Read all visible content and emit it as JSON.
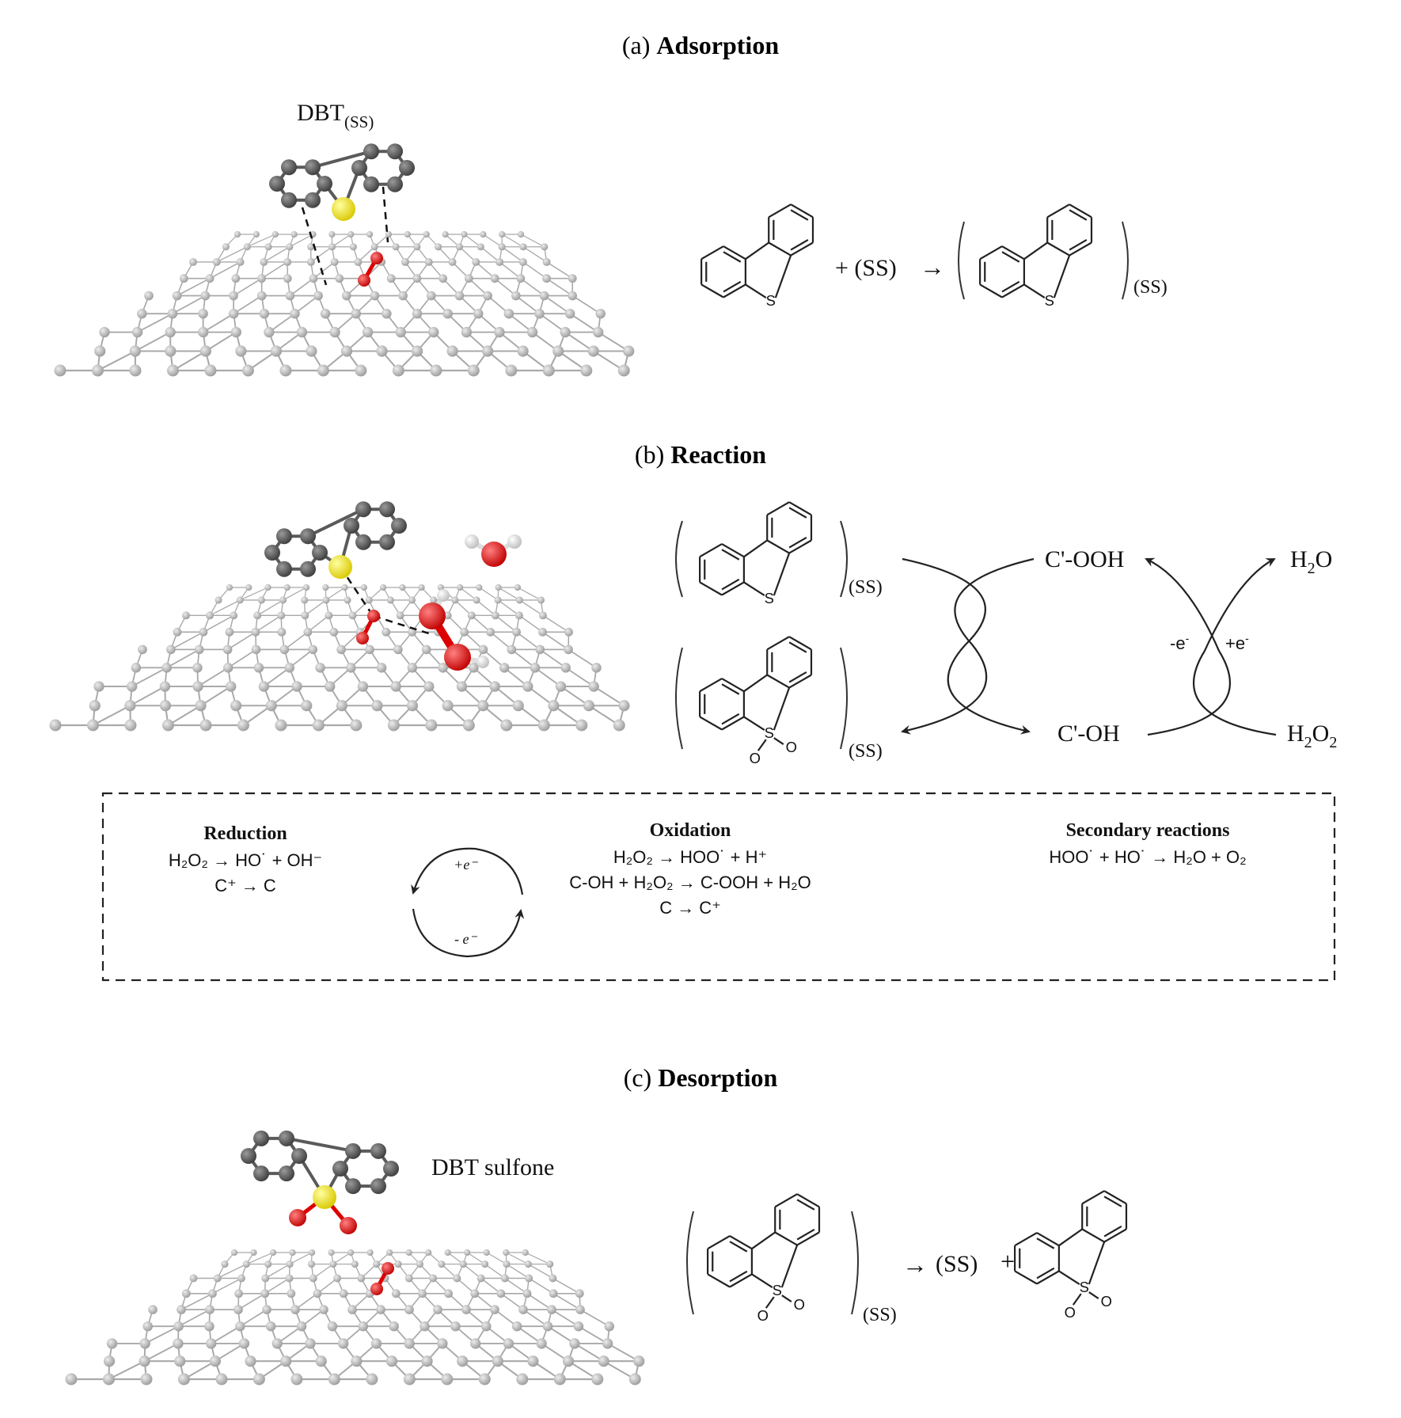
{
  "sections": {
    "a": {
      "prefix": "(a) ",
      "title": "Adsorption"
    },
    "b": {
      "prefix": "(b) ",
      "title": "Reaction"
    },
    "c": {
      "prefix": "(c) ",
      "title": "Desorption"
    }
  },
  "labels": {
    "dbt_main": "DBT",
    "dbt_sub": "(SS)",
    "dbt_sulfone": "DBT sulfone",
    "ss": "(SS)",
    "plus_ss": "+ (SS)",
    "arrow": "→",
    "plus": "+",
    "s_atom": "S",
    "o_atom": "O"
  },
  "cycle": {
    "c_ooh": "C'-OOH",
    "c_oh": "C'-OH",
    "h2o_main": "H",
    "h2o_sub": "2",
    "h2o_tail": "O",
    "h2o2_main": "H",
    "h2o2_sub1": "2",
    "h2o2_mid": "O",
    "h2o2_sub2": "2",
    "minus_e": "-e",
    "plus_e": "+e",
    "e_sup": "-"
  },
  "box": {
    "reduction": {
      "title": "Reduction",
      "line1": "H₂O₂ → HO˙ + OH⁻",
      "line2": "C⁺ → C"
    },
    "loop": {
      "top": "+e⁻",
      "bottom": "- e⁻"
    },
    "oxidation": {
      "title": "Oxidation",
      "line1": "H₂O₂ → HOO˙ + H⁺",
      "line2": "C-OH + H₂O₂ → C-OOH + H₂O",
      "line3": "C → C⁺"
    },
    "secondary": {
      "title": "Secondary reactions",
      "line1": "HOO˙ + HO˙ → H₂O + O₂"
    }
  },
  "colors": {
    "carbon_surface": "#b4b4b4",
    "carbon_molecule": "#555555",
    "sulfur": "#f2e21a",
    "oxygen": "#e01010",
    "hydrogen": "#f4f4f4"
  }
}
